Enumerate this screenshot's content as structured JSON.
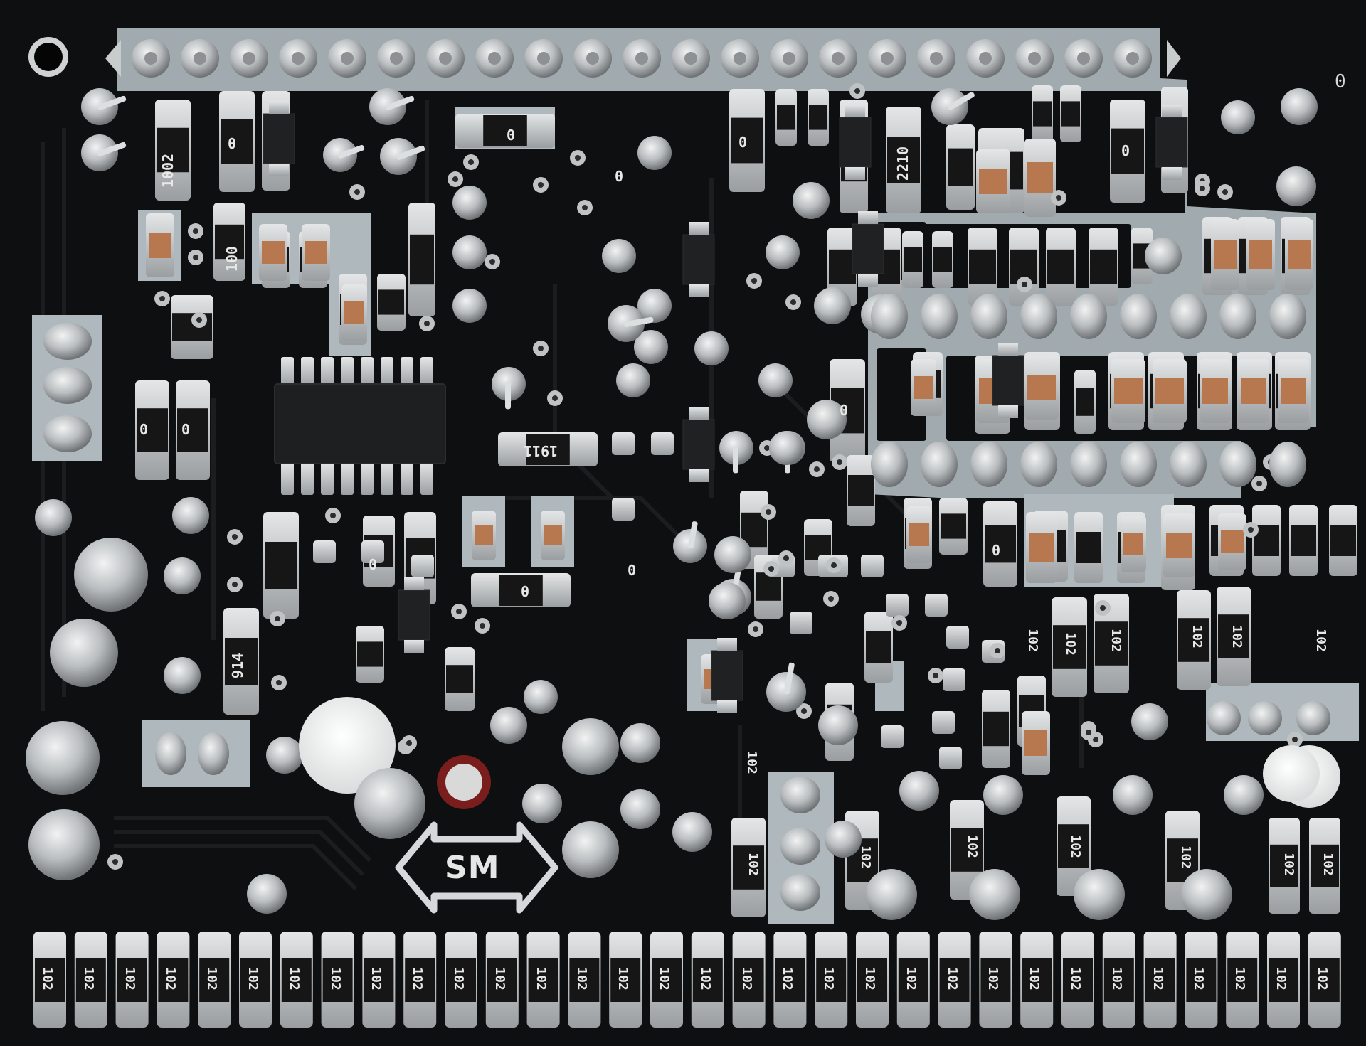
{
  "board": {
    "logo_text": "SM",
    "corner_mark": "0",
    "resistor_labels": {
      "r1002": "1002",
      "r2210": "2210",
      "r100": "100",
      "r1911": "1911",
      "r914": "914",
      "zero": "0",
      "r102": "102"
    }
  },
  "colors": {
    "board": "#0e0f10",
    "mask_trace": "#1c1e20",
    "silkscreen": "#aeb8bd",
    "pad": "#c9cccd",
    "resistor_body": "#161616",
    "capacitor_body": "#b7774f",
    "ic_body": "#1d1f20"
  }
}
